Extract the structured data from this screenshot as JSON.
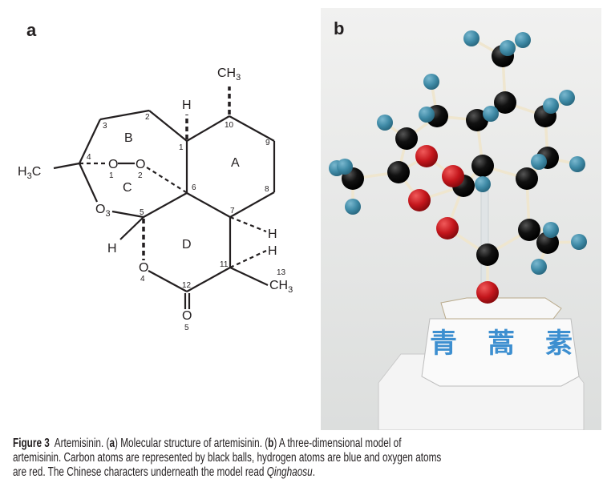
{
  "panel_labels": {
    "a": "a",
    "b": "b"
  },
  "structure": {
    "atoms": {
      "ch3_top": {
        "main": "CH",
        "sub": "3"
      },
      "h_c1": "H",
      "h3c_left": {
        "pre": "H",
        "sub": "3",
        "post": "C"
      },
      "o1": "O",
      "o2": "O",
      "o3": {
        "main": "O",
        "sub": "3"
      },
      "h_c5": "H",
      "o4": "O",
      "o5": "O",
      "h_c7": "H",
      "h_c11": "H",
      "ch3_c13": {
        "main": "CH",
        "sub": "3"
      }
    },
    "locants": [
      "1",
      "2",
      "3",
      "4",
      "1",
      "2",
      "6",
      "5",
      "7",
      "8",
      "9",
      "10",
      "11",
      "12",
      "13",
      "4",
      "5"
    ],
    "rings": [
      "A",
      "B",
      "C",
      "D"
    ]
  },
  "photo": {
    "pedestal_text": "青蒿素",
    "colors": {
      "carbon": "#111111",
      "hydrogen": "#3f8aa6",
      "oxygen": "#c4161c",
      "stick": "#efe6cf",
      "background": "#e8e9e9"
    }
  },
  "caption": {
    "figure_label": "Figure 3",
    "seg1": "  Artemisinin. (",
    "a": "a",
    "seg2": ") Molecular structure of artemisinin. (",
    "b": "b",
    "seg3": ") A three-dimensional model of",
    "line2": "artemisinin. Carbon atoms are represented by black balls, hydrogen atoms are blue and oxygen atoms",
    "line3": "are red. The Chinese characters underneath the model read ",
    "italic": "Qinghaosu",
    "end": "."
  }
}
